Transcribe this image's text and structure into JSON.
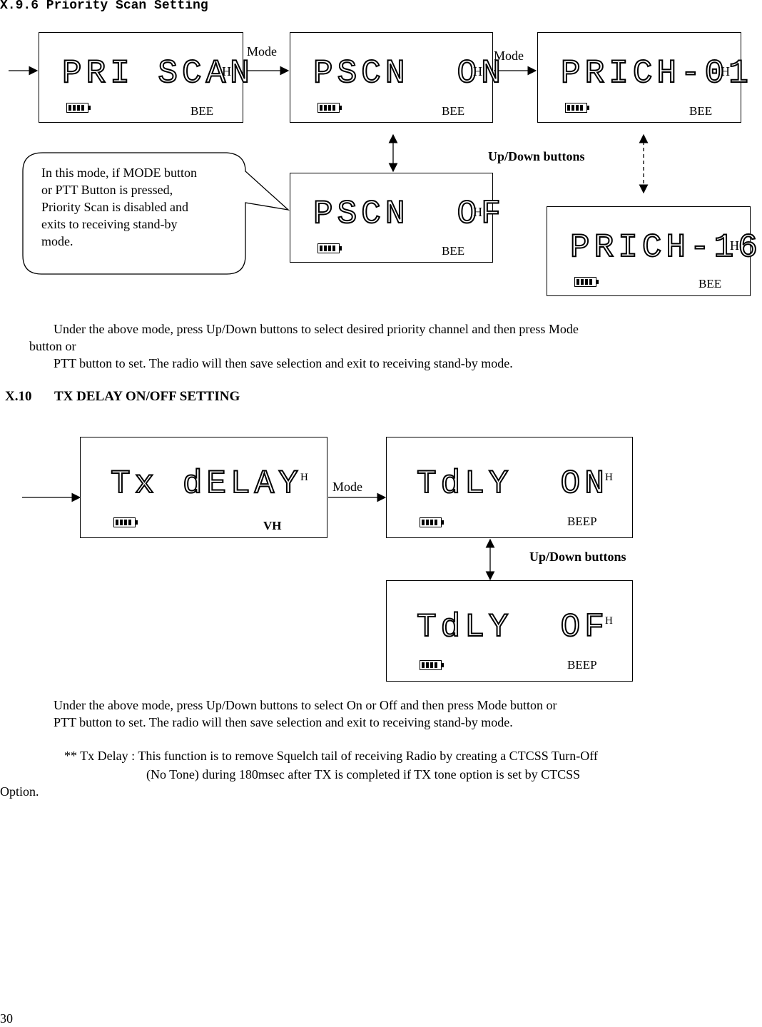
{
  "section1": {
    "title": "X.9.6 Priority Scan Setting",
    "lcd": [
      {
        "text": "PRI SCAN",
        "h": "H",
        "beep": "BEE"
      },
      {
        "text": "PSCN  ON",
        "h": "H",
        "beep": "BEE"
      },
      {
        "text": "PRICH-01",
        "h": "H",
        "beep": "BEE"
      },
      {
        "text": "PSCN  OF",
        "h": "H",
        "beep": "BEE"
      },
      {
        "text": "PRICH-16",
        "h": "H",
        "beep": "BEE"
      }
    ],
    "mode_label_1": "Mode",
    "mode_label_2": "Mode",
    "updown_label": "Up/Down buttons",
    "callout": [
      "In this mode, if MODE button",
      "or  PTT Button is pressed,",
      "Priority Scan is disabled and",
      "exits to receiving stand-by",
      "mode."
    ],
    "para": [
      "Under the above mode, press Up/Down buttons to select desired priority channel and then press Mode",
      "button or",
      "PTT button to set. The radio will then save selection and exit to receiving stand-by mode."
    ]
  },
  "section2": {
    "number": "X.10",
    "title": "TX DELAY ON/OFF SETTING",
    "lcd": [
      {
        "text": "Tx dELAY",
        "h": "H",
        "beep": "VH"
      },
      {
        "text": "TdLY  ON",
        "h": "H",
        "beep": "BEEP"
      },
      {
        "text": "TdLY  OF",
        "h": "H",
        "beep": "BEEP"
      }
    ],
    "mode_label": "Mode",
    "updown_label": "Up/Down buttons",
    "para": [
      "Under the above mode, press Up/Down buttons to select On or Off and then press Mode button or",
      "PTT button to set. The radio will then save selection and exit to receiving stand-by mode."
    ],
    "note": [
      "** Tx Delay : This function is to remove Squelch tail of receiving Radio by creating a CTCSS Turn-Off",
      "(No Tone) during 180msec after TX is completed if TX tone option is set by CTCSS",
      "Option."
    ]
  },
  "page_number": "30"
}
